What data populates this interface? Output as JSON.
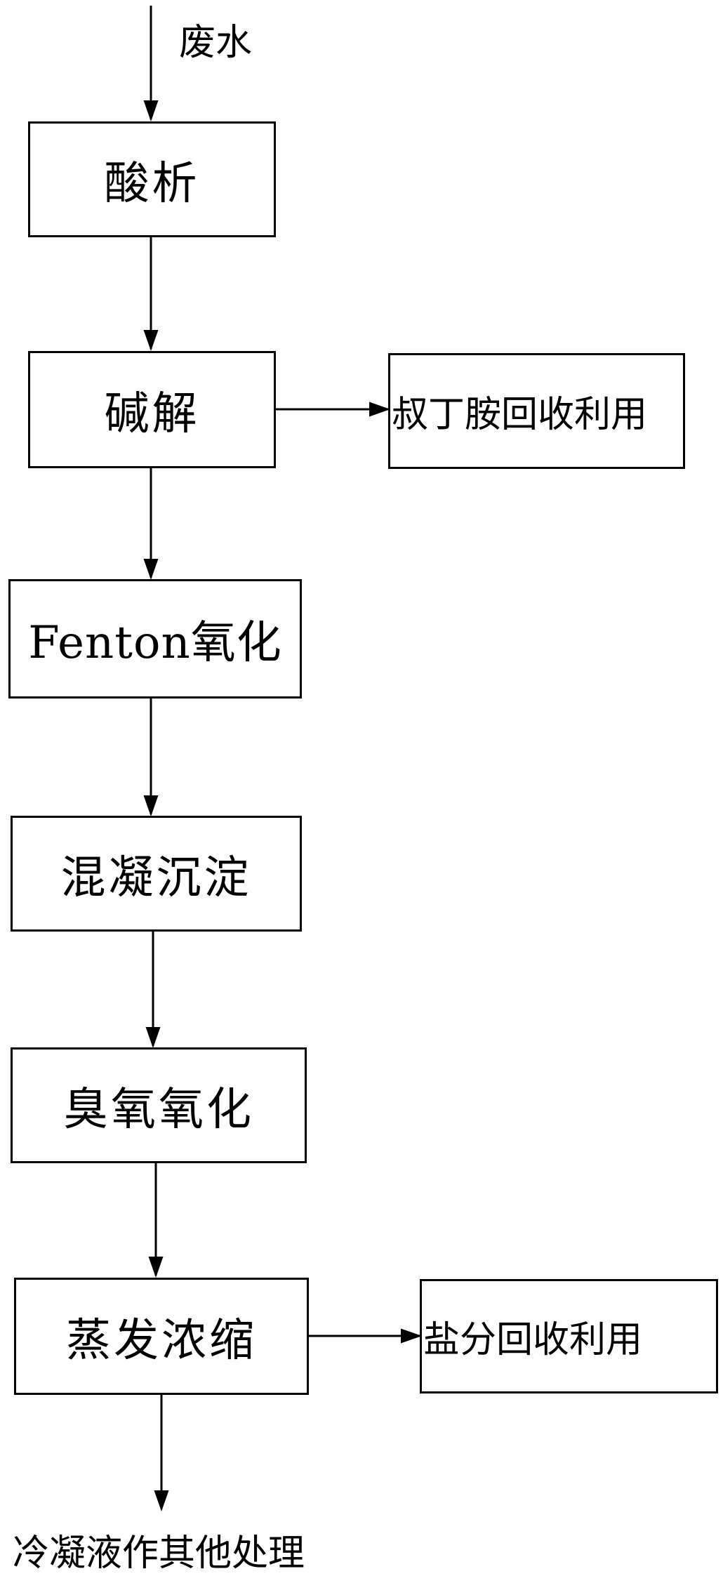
{
  "input": "废水",
  "steps": [
    "酸析",
    "碱解",
    "Fenton氧化",
    "混凝沉淀",
    "臭氧氧化",
    "蒸发浓缩"
  ],
  "side_outputs": [
    "叔丁胺回收利用",
    "盐分回收利用"
  ],
  "final_output": "冷凝液作其他处理"
}
